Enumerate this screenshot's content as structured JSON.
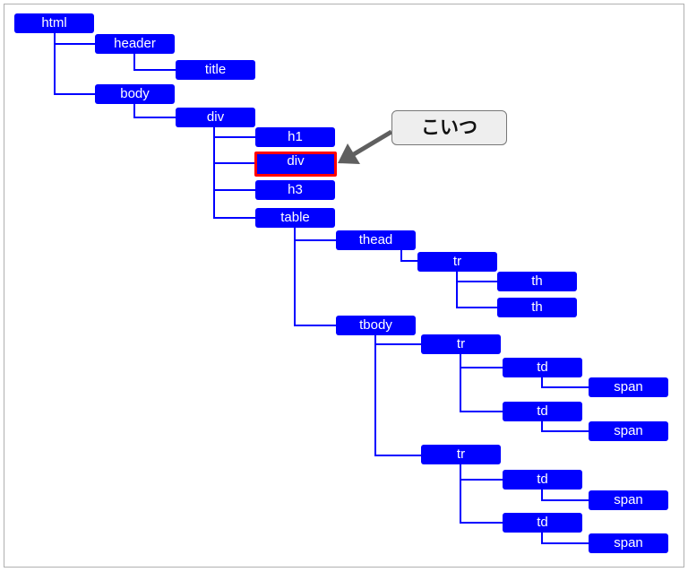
{
  "tree": {
    "nodes": [
      "html",
      "header",
      "title",
      "body",
      "div",
      "h1",
      "div",
      "h3",
      "table",
      "thead",
      "tr",
      "th",
      "th",
      "tbody",
      "tr",
      "td",
      "span",
      "td",
      "span",
      "tr",
      "td",
      "span",
      "td",
      "span"
    ],
    "highlighted_index": 6
  },
  "callout": {
    "label": "こいつ"
  },
  "colors": {
    "node": "#0000ff",
    "line": "#0000ff",
    "highlight": "#ff0000",
    "arrow": "#5f5f5f"
  }
}
